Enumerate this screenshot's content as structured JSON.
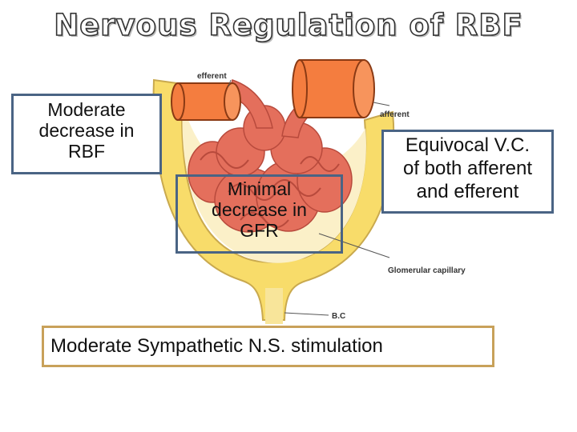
{
  "title": "Nervous Regulation of RBF",
  "boxes": {
    "rbf": [
      "Moderate",
      "decrease in",
      "RBF"
    ],
    "gfr": [
      "Minimal",
      "decrease in",
      "GFR"
    ],
    "vc": [
      "Equivocal V.C.",
      "of both afferent",
      "and efferent"
    ],
    "stimulation": "Moderate Sympathetic  N.S. stimulation"
  },
  "labels": {
    "efferent": "efferent",
    "afferent": "afferent",
    "glomerular_capillary": "Glomerular capillary",
    "bc": "B.C"
  },
  "colors": {
    "capsule": "#f6e07a",
    "capillary": "#e0705f",
    "arteriole": "#f47d3f",
    "box_border": "#4a6484",
    "stim_border": "#c8a15a"
  }
}
